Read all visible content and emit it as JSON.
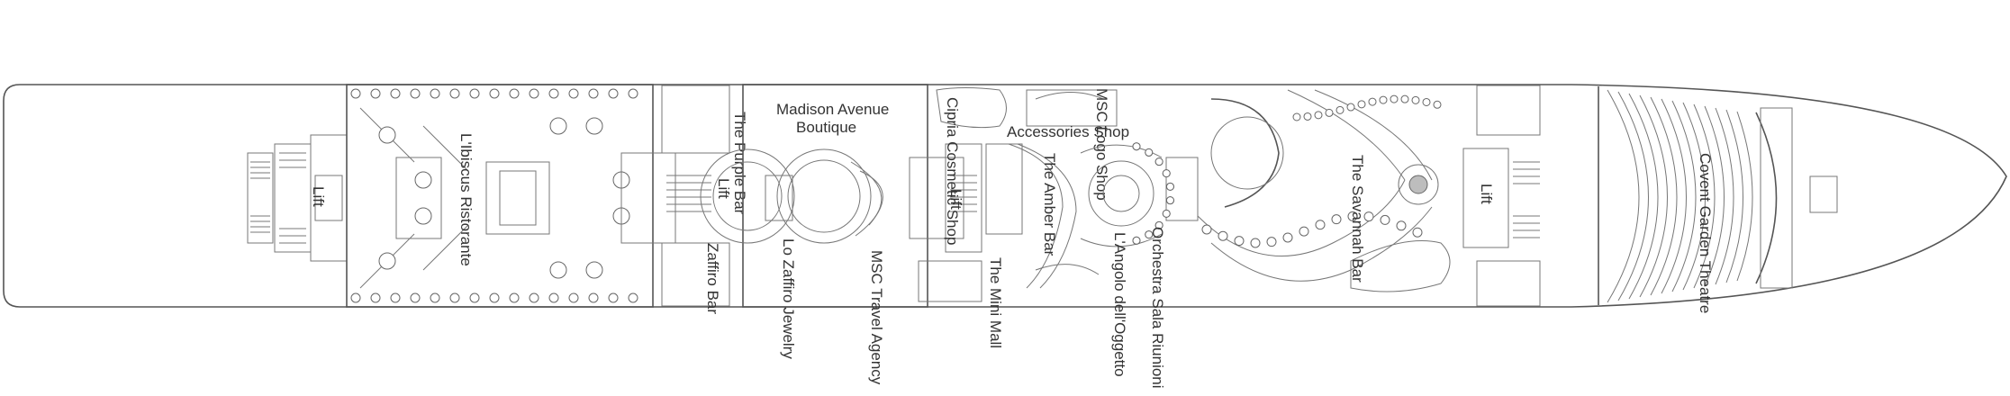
{
  "deck_plan": {
    "venues": {
      "lift_aft": "Lift",
      "ibiscus": "L'Ibiscus Ristorante",
      "zaffiro_bar": "Zaffiro Bar",
      "purple_bar": "The Purple Bar",
      "lift_mid_aft": "Lift",
      "lo_zaffiro": "Lo Zaffiro Jewelry",
      "madison_1": "Madison Avenue",
      "madison_2": "Boutique",
      "msc_travel": "MSC Travel Agency",
      "lift_mid": "Lift",
      "cipria": "Cipria Cosmetic Shop",
      "mini_mall": "The Mini Mall",
      "accessories": "Accessories Shop",
      "amber_bar": "The Amber Bar",
      "msc_logo": "MSC Logo Shop",
      "angolo": "L'Angolo dell'Oggetto",
      "orchestra": "Orchestra Sala Riunioni",
      "savannah": "The Savannah Bar",
      "lift_fwd": "Lift",
      "theatre": "Covent Garden Theatre"
    }
  }
}
